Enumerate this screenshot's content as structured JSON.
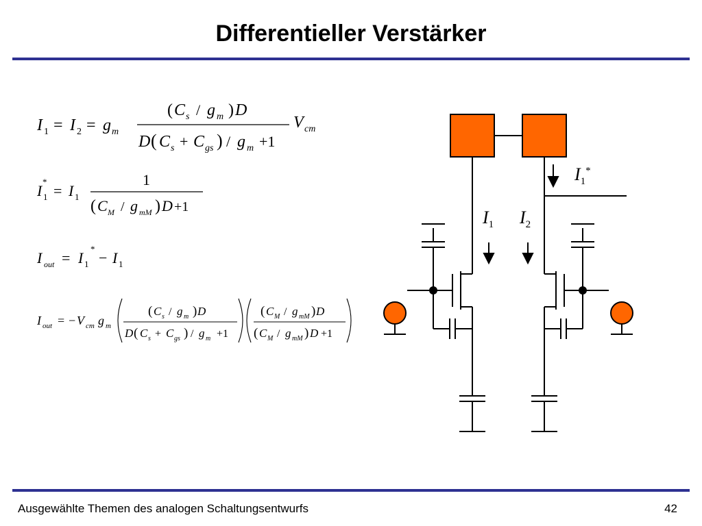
{
  "slide": {
    "title": "Differentieller Verstärker",
    "footer": "Ausgewählte Themen des analogen Schaltungsentwurfs",
    "page_number": "42"
  },
  "colors": {
    "rule": "#2E3192",
    "block_fill": "#FF6600",
    "source_fill": "#FF6600"
  },
  "circuit": {
    "labels": {
      "i1_star": {
        "main": "I",
        "sub": "1",
        "sup": "*"
      },
      "i1": {
        "main": "I",
        "sub": "1"
      },
      "i2": {
        "main": "I",
        "sub": "2"
      }
    }
  }
}
